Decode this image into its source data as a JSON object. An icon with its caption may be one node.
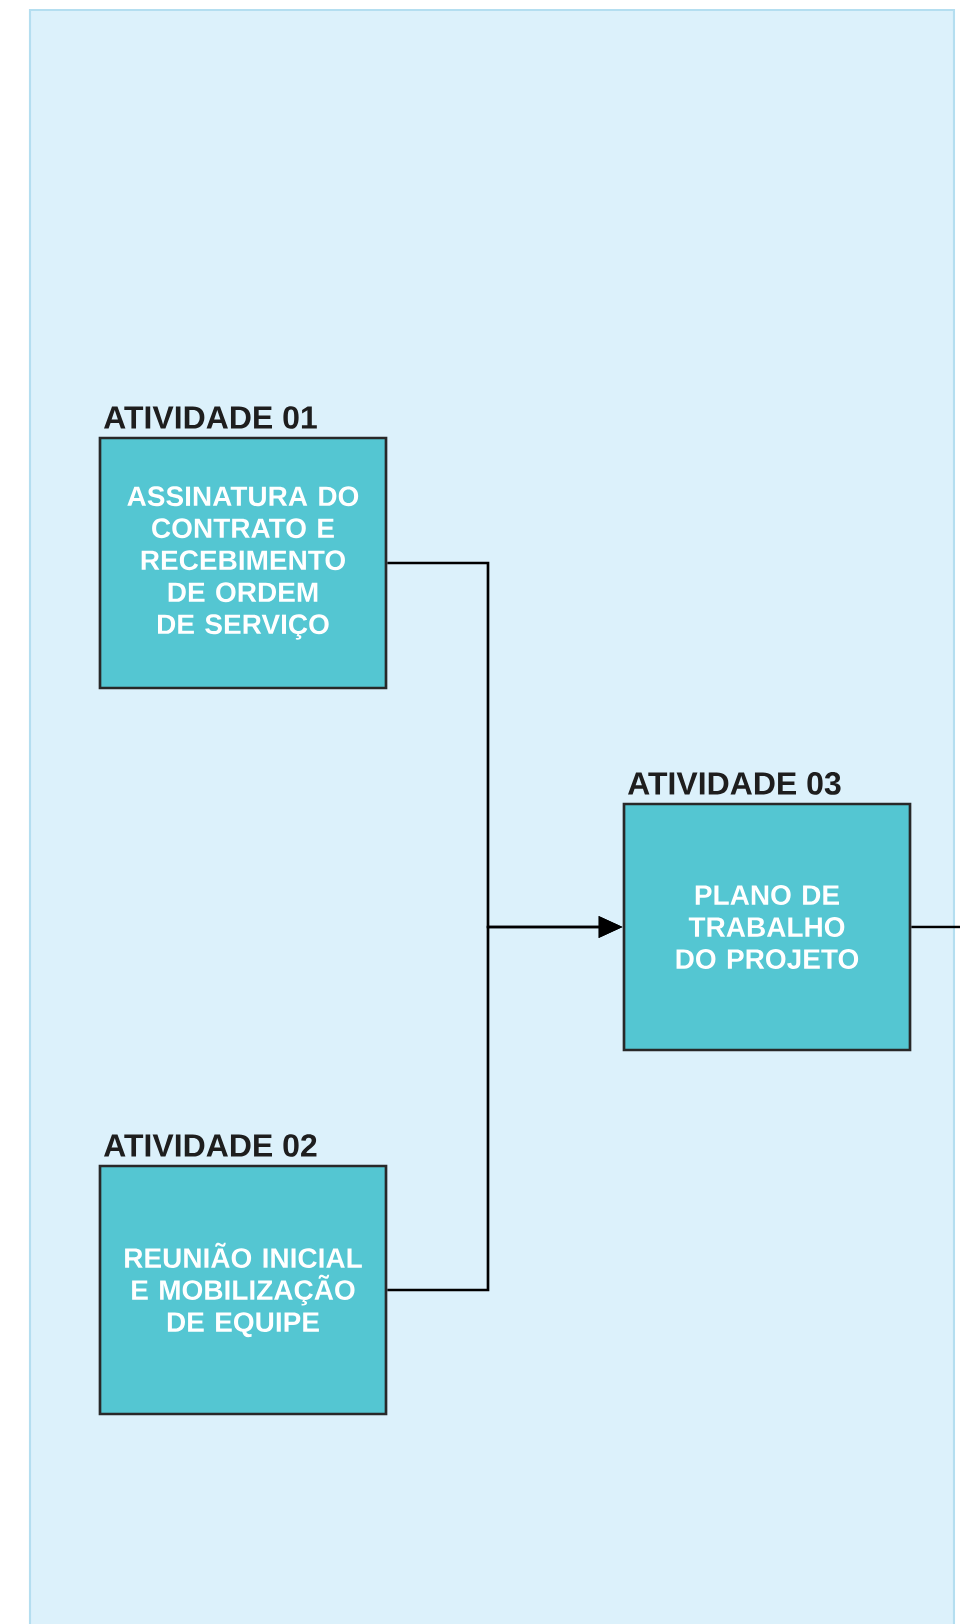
{
  "diagram": {
    "nodes": [
      {
        "text": [
          "ATIVIDADE 01",
          "ASSINATURA DO CONTRATO E RECEBIMENTO DE ORDEM DE SERVIÇO"
        ]
      },
      {
        "text": [
          "ATIVIDADE 02",
          "REUNIÃO INICIAL E MOBILIZAÇÃO DE EQUIPE"
        ]
      },
      {
        "text": [
          "ATIVIDADE 03",
          "PLANO DE TRABALHO DO PROJETO"
        ]
      }
    ],
    "edges": [
      {
        "from": 0,
        "to": 2,
        "arrow": "to"
      },
      {
        "from": 1,
        "to": 2,
        "arrow": "to"
      },
      {
        "from": 2,
        "to": null,
        "arrow": "none"
      }
    ]
  }
}
